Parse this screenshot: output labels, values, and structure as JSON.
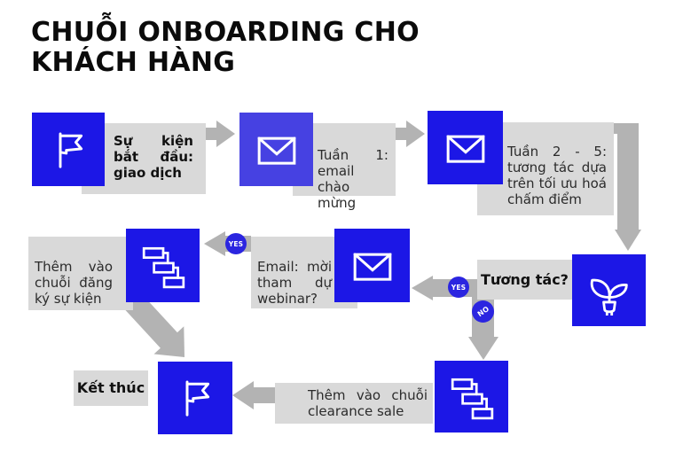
{
  "title": "CHUỖI ONBOARDING CHO KHÁCH HÀNG",
  "nodes": {
    "start": {
      "label": "Sự kiện bắt đầu: giao dịch",
      "icon": "flag-icon"
    },
    "week1": {
      "label": "Tuần 1: email chào mừng",
      "icon": "envelope-icon"
    },
    "week2_5": {
      "label": "Tuần 2 - 5: tương tác dựa trên tối ưu hoá chấm điểm",
      "icon": "envelope-icon"
    },
    "interact": {
      "label": "Tương tác?",
      "icon": "plant-plug-icon"
    },
    "webinar": {
      "label": "Email: mời tham dự webinar?",
      "icon": "envelope-icon"
    },
    "event_chain": {
      "label": "Thêm vào chuỗi đăng ký sự kiện",
      "icon": "workflow-icon"
    },
    "clearance": {
      "label": "Thêm vào chuỗi clearance sale",
      "icon": "workflow-icon"
    },
    "end": {
      "label": "Kết thúc",
      "icon": "flag-icon"
    }
  },
  "edges": {
    "interact_yes": "YES",
    "webinar_yes": "YES",
    "interact_no": "NO"
  },
  "colors": {
    "node_blue": "#1c17e6",
    "node_blue_light": "#4641e2",
    "box_gray": "#d9d9d9",
    "arrow_gray": "#b3b3b3",
    "text": "#2b2b2b",
    "title_text": "#0b0b0b",
    "icon_stroke": "#ffffff"
  }
}
